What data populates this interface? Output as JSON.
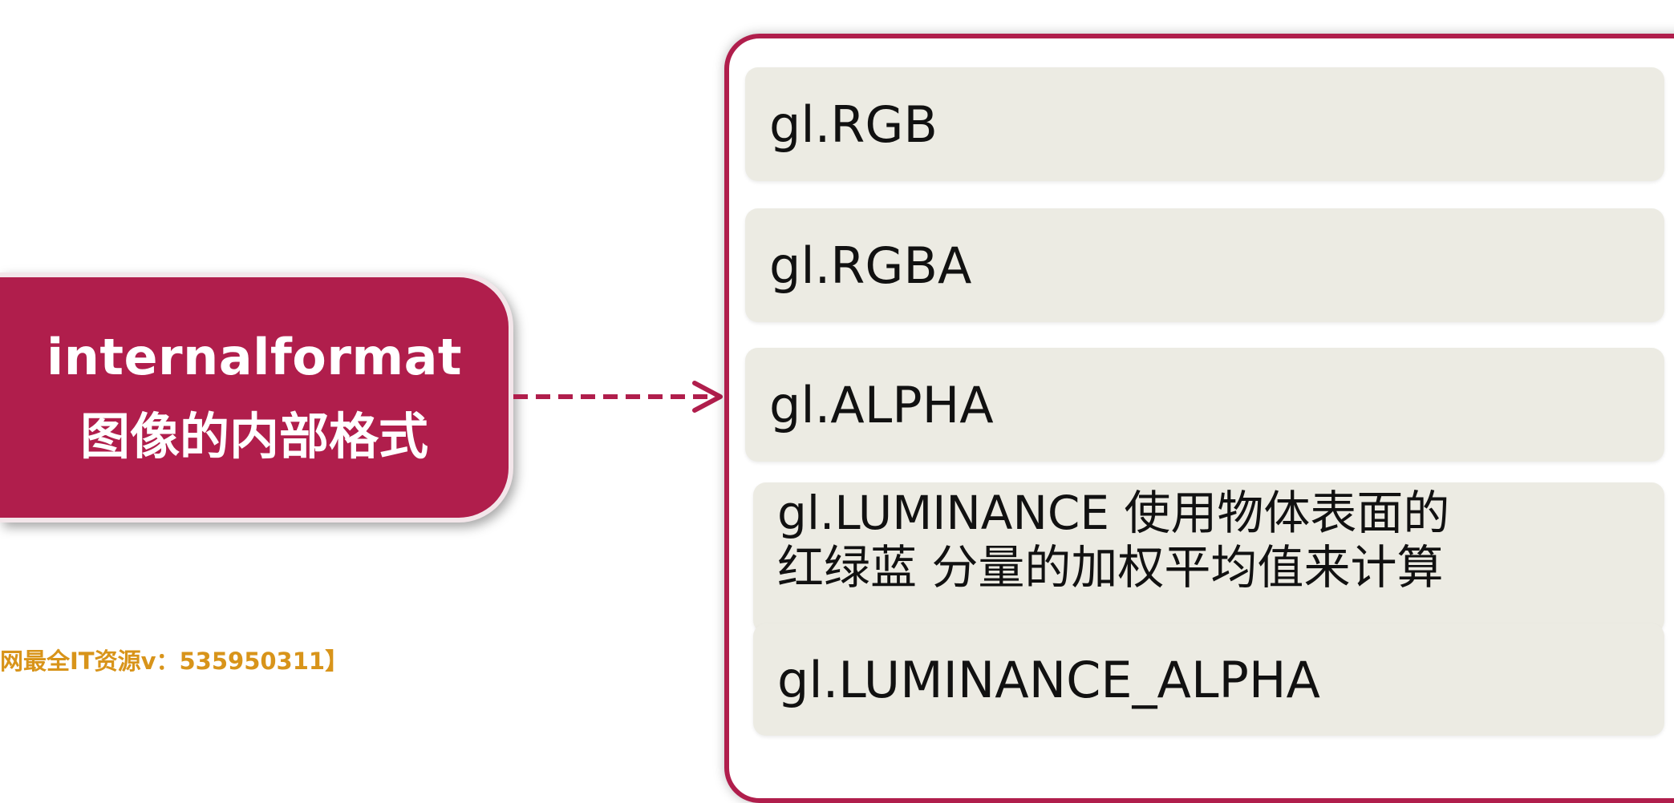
{
  "source": {
    "title": "internalformat",
    "subtitle": "图像的内部格式"
  },
  "options": [
    {
      "label": "gl.RGB"
    },
    {
      "label": "gl.RGBA"
    },
    {
      "label": "gl.ALPHA"
    },
    {
      "line1": "gl.LUMINANCE 使用物体表面的",
      "line2": "红绿蓝 分量的加权平均值来计算"
    },
    {
      "label": "gl.LUMINANCE_ALPHA"
    }
  ],
  "watermark": "网最全IT资源v：535950311】",
  "colors": {
    "accent": "#b01e4c",
    "option_bg": "#ecebe3",
    "watermark": "#d8941a"
  }
}
